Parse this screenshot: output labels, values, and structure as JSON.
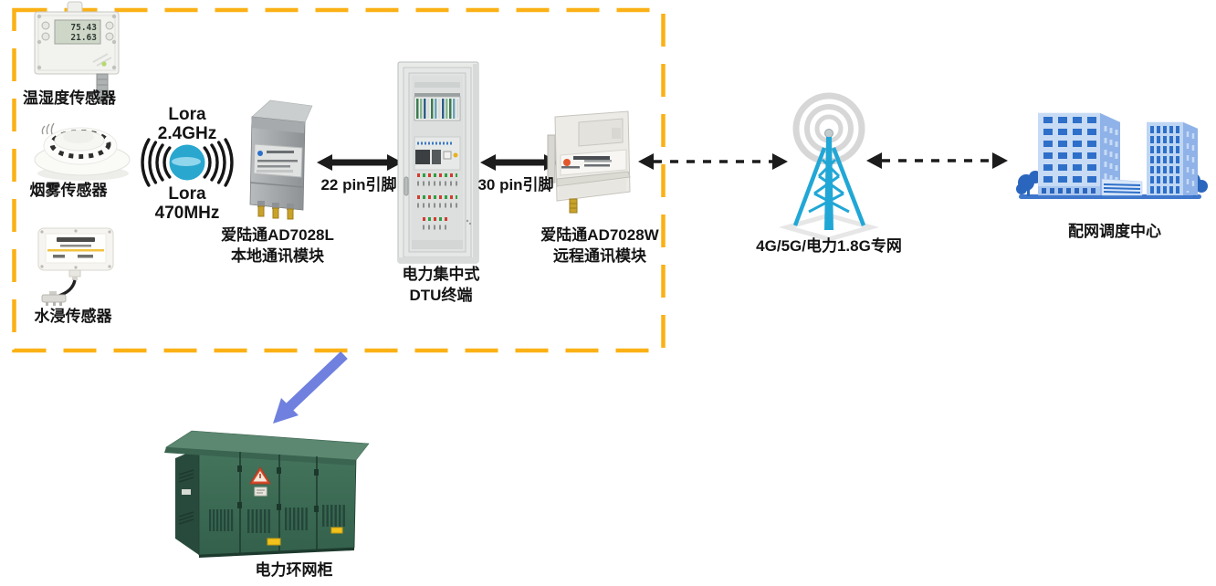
{
  "diagram_title": "LoRa / DTU power distribution communication diagram",
  "sensors": {
    "temperature": {
      "label": "温湿度传感器",
      "lcd_line1": "75.43",
      "lcd_line2": "21.63"
    },
    "smoke": {
      "label": "烟雾传感器"
    },
    "water": {
      "label": "水浸传感器"
    }
  },
  "lora": {
    "line1": "Lora",
    "line2": "2.4GHz",
    "line3": "Lora",
    "line4": "470MHz"
  },
  "local_module": {
    "name": "爱陆通AD7028L",
    "desc": "本地通讯模块"
  },
  "dtu_terminal": {
    "name": "电力集中式",
    "desc": "DTU终端"
  },
  "remote_module": {
    "name": "爱陆通AD7028W",
    "desc": "远程通讯模块"
  },
  "connections": {
    "pin22": "22 pin引脚",
    "pin30": "30 pin引脚"
  },
  "network_tower": {
    "label": "4G/5G/电力1.8G专网"
  },
  "dispatch_center": {
    "label": "配网调度中心"
  },
  "ring_main_unit": {
    "label": "电力环网柜"
  },
  "colors": {
    "dashed_border": "#FBB116",
    "arrow_black": "#1C1C1C",
    "blue_callout_arrow": "#6F80DF",
    "tower_blue": "#21A7D6",
    "building_blue": "#2E6FC9",
    "cabinet_green": "#3D6B54",
    "lora_circle": "#2AA7CF"
  }
}
